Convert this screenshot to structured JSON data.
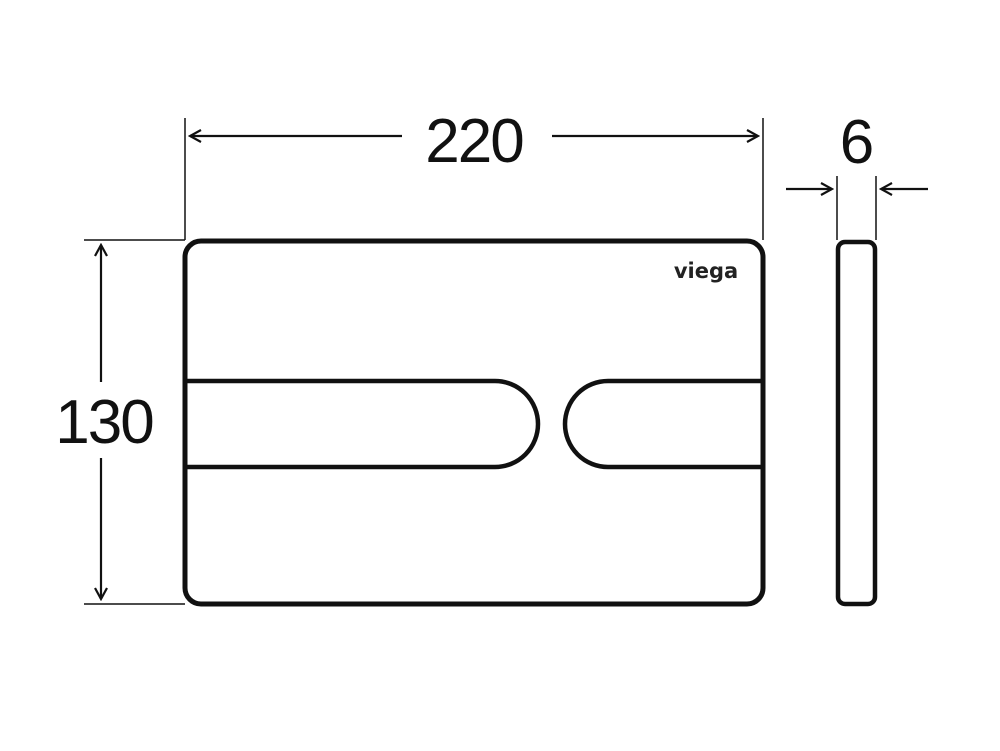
{
  "drawing": {
    "width_label": "220",
    "height_label": "130",
    "depth_label": "6",
    "brand_logo": "viega",
    "line_color": "#111111",
    "background_color": "#ffffff"
  }
}
